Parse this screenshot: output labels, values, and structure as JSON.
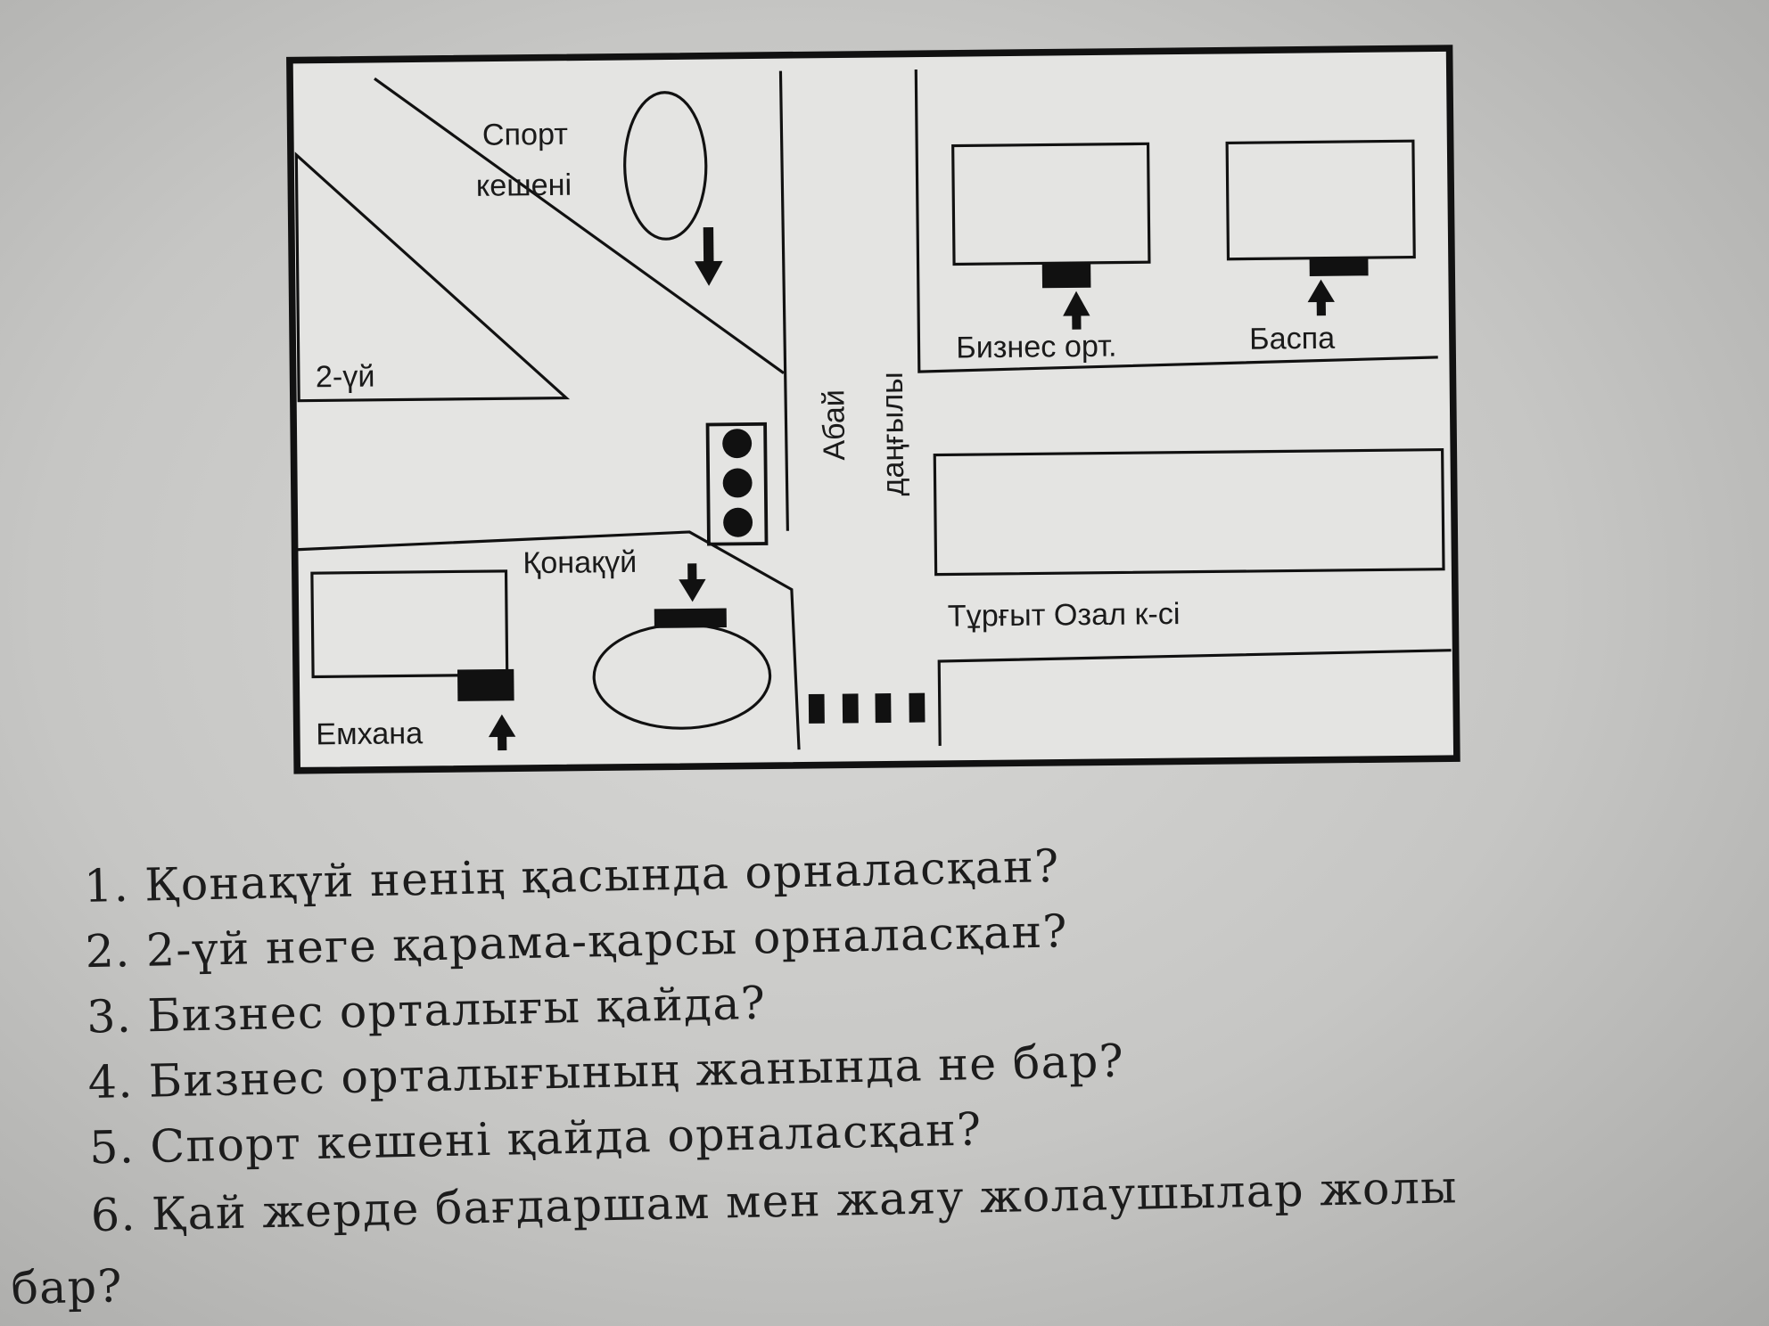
{
  "map": {
    "labels": {
      "sport_complex_line1": "Спорт",
      "sport_complex_line2": "кешені",
      "house2": "2-үй",
      "business_center": "Бизнес орт.",
      "publishing": "Баспа",
      "avenue_line1": "Абай",
      "avenue_line2": "даңғылы",
      "hotel": "Қонақүй",
      "street": "Тұрғыт Озал к-сі",
      "hospital": "Емхана"
    }
  },
  "questions": [
    "1. Қонақүй ненің қасында орналасқан?",
    "2. 2-үй неге қарама-қарсы орналасқан?",
    "3. Бизнес орталығы қайда?",
    "4. Бизнес орталығының жанында не бар?",
    "5. Спорт кешені қайда орналасқан?",
    "6. Қай жерде бағдаршам мен жаяу жолаушылар жолы",
    "бар?"
  ]
}
